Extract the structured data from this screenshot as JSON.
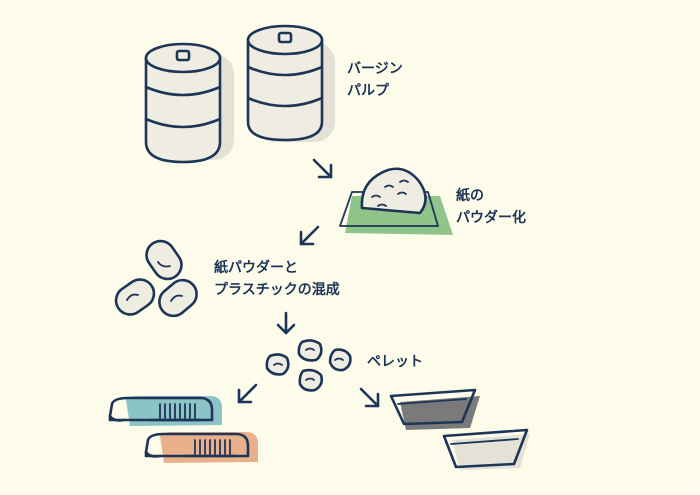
{
  "labels": {
    "virgin_pulp": [
      "バージン",
      "パルプ"
    ],
    "paper_powder": [
      "紙の",
      "パウダー化"
    ],
    "mixing": [
      "紙パウダーと",
      "プラスチックの混成"
    ],
    "pellet": [
      "ペレット"
    ]
  },
  "colors": {
    "background": "#FDFBEA",
    "ink": "#1D3557",
    "cream": "#EFEDE2",
    "shadow": "#E4E2D6",
    "green_mat": "#8FC48A",
    "teal_tray": "#8CC3C7",
    "orange_tray": "#E8B18C",
    "gray_tray": "#7A7A7A"
  },
  "icons": [
    "drum-icon",
    "powder-mound-icon",
    "capsule-icon",
    "pellet-icon",
    "tray-icon",
    "container-icon",
    "arrow-icon"
  ]
}
